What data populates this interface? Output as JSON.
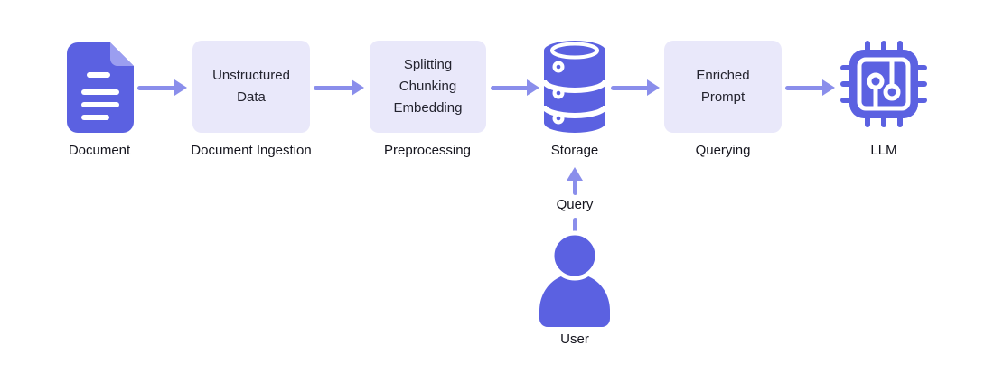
{
  "diagram": {
    "title_hint": "RAG pipeline flow diagram",
    "colors": {
      "icon": "#5B61E1",
      "icon-light": "#9B9EF0",
      "box": "#E9E8FA",
      "arrow": "#8A8EEB",
      "text": "#14141D",
      "bg": "#FFFFFF"
    },
    "nodes": [
      {
        "id": "document",
        "type": "icon",
        "icon": "document-icon",
        "label": "Document"
      },
      {
        "id": "document-ingestion",
        "type": "box",
        "lines": [
          "Unstructured",
          "Data"
        ],
        "label": "Document Ingestion"
      },
      {
        "id": "preprocessing",
        "type": "box",
        "lines": [
          "Splitting",
          "Chunking",
          "Embedding"
        ],
        "label": "Preprocessing"
      },
      {
        "id": "storage",
        "type": "icon",
        "icon": "database-icon",
        "label": "Storage"
      },
      {
        "id": "querying",
        "type": "box",
        "lines": [
          "Enriched",
          "Prompt"
        ],
        "label": "Querying"
      },
      {
        "id": "llm",
        "type": "icon",
        "icon": "chip-icon",
        "label": "LLM"
      }
    ],
    "user_branch": {
      "arrow_label": "Query",
      "label": "User",
      "icon": "user-icon"
    }
  }
}
